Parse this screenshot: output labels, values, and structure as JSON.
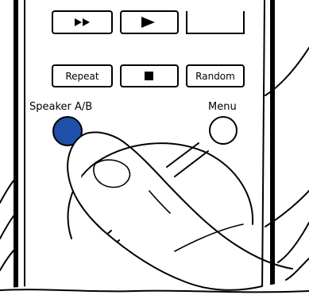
{
  "remote": {
    "buttons": {
      "rewind_icon": "rewind-icon",
      "play_icon": "play-icon",
      "repeat_label": "Repeat",
      "stop_icon": "stop-icon",
      "random_label": "Random",
      "speaker_ab_label": "Speaker A/B",
      "menu_label": "Menu"
    },
    "colors": {
      "speaker_button": "#1f4fa8",
      "outline": "#000000",
      "background": "#ffffff"
    }
  }
}
